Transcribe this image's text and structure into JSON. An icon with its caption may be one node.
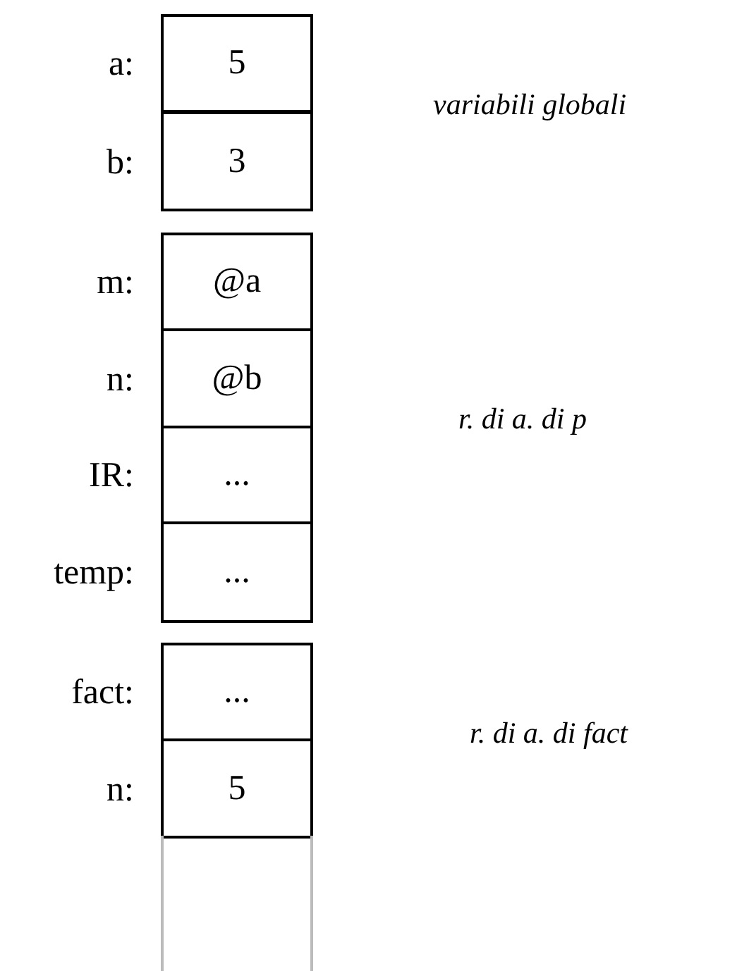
{
  "diagram": {
    "nodes": [
      {
        "text": [
          "5"
        ],
        "beside": [
          "a:"
        ]
      },
      {
        "text": [
          "3"
        ],
        "beside": [
          "b:"
        ]
      },
      {
        "text": [
          "@a"
        ],
        "beside": [
          "m:"
        ]
      },
      {
        "text": [
          "@b"
        ],
        "beside": [
          "n:"
        ]
      },
      {
        "text": [
          "..."
        ],
        "beside": [
          "IR:"
        ]
      },
      {
        "text": [
          "..."
        ],
        "beside": [
          "temp:"
        ]
      },
      {
        "text": [
          "..."
        ],
        "beside": [
          "fact:"
        ]
      },
      {
        "text": [
          "5"
        ],
        "beside": [
          "n:"
        ]
      },
      {
        "text": [],
        "shape": "box"
      }
    ],
    "labels": [
      "variabili globali",
      "r. di a. di p",
      "r. di a. di fact"
    ]
  }
}
